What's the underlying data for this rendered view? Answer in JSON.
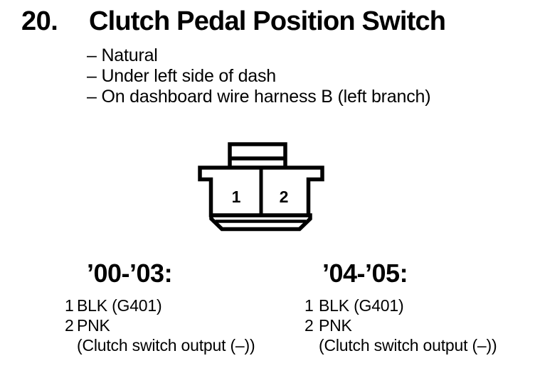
{
  "colors": {
    "paper": "#ffffff",
    "ink": "#000000"
  },
  "header": {
    "item_number": "20.",
    "title": "Clutch Pedal Position Switch"
  },
  "notes": [
    "– Natural",
    "– Under left side of dash",
    "– On dashboard wire harness B (left branch)"
  ],
  "connector": {
    "pin_labels": [
      "1",
      "2"
    ]
  },
  "pinouts": [
    {
      "heading": "’00-’03:",
      "rows": [
        {
          "pin": "1",
          "lines": [
            "BLK (G401)"
          ]
        },
        {
          "pin": "2",
          "lines": [
            "PNK",
            "(Clutch switch output (–))"
          ]
        }
      ]
    },
    {
      "heading": "’04-’05:",
      "rows": [
        {
          "pin": "1",
          "lines": [
            "BLK (G401)"
          ]
        },
        {
          "pin": "2",
          "lines": [
            "PNK",
            "(Clutch switch output (–))"
          ]
        }
      ]
    }
  ]
}
